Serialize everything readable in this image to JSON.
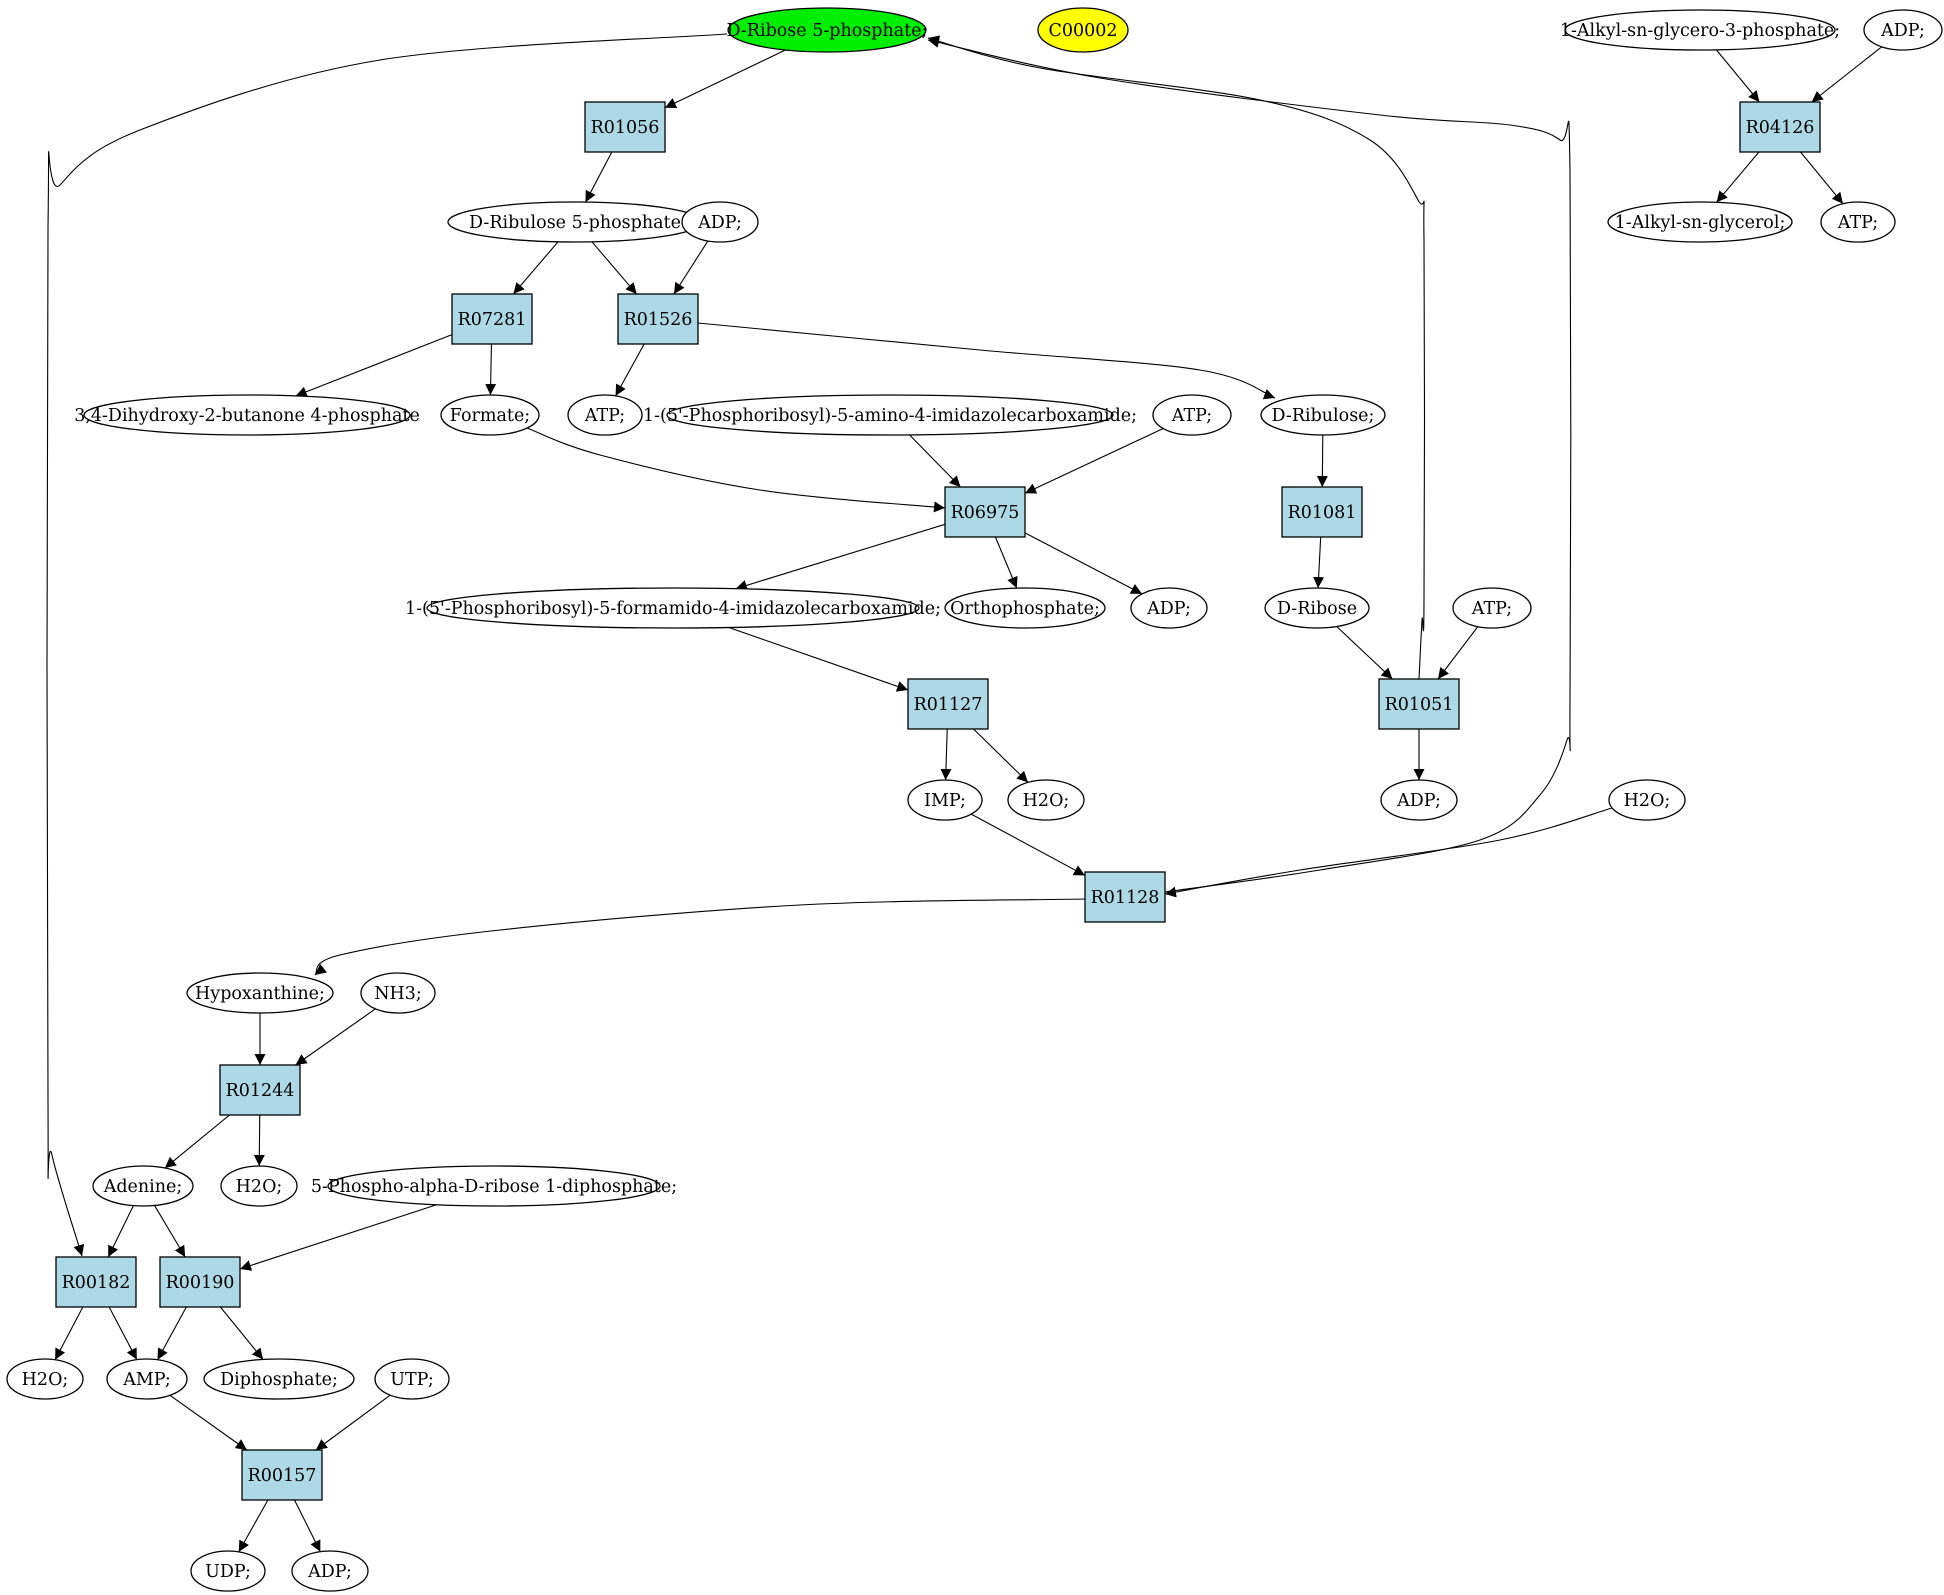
{
  "colors": {
    "background": "#ffffff",
    "compound_fill": "#ffffff",
    "reaction_fill": "#add8e6",
    "highlight_source": "#00ee00",
    "highlight_target": "#ffff00",
    "stroke": "#000000"
  },
  "nodes": [
    {
      "id": "rib5p",
      "label": "D-Ribose 5-phosphate;",
      "shape": "ellipse",
      "role": "highlight_source"
    },
    {
      "id": "c00002",
      "label": "C00002",
      "shape": "ellipse",
      "role": "highlight_target"
    },
    {
      "id": "alkylg3p",
      "label": "1-Alkyl-sn-glycero-3-phosphate;",
      "shape": "ellipse"
    },
    {
      "id": "adp_top",
      "label": "ADP;",
      "shape": "ellipse"
    },
    {
      "id": "r04126",
      "label": "R04126",
      "shape": "box"
    },
    {
      "id": "alkylg",
      "label": "1-Alkyl-sn-glycerol;",
      "shape": "ellipse"
    },
    {
      "id": "atp_top",
      "label": "ATP;",
      "shape": "ellipse"
    },
    {
      "id": "r01056",
      "label": "R01056",
      "shape": "box"
    },
    {
      "id": "ribu5p",
      "label": "D-Ribulose 5-phosphate",
      "shape": "ellipse"
    },
    {
      "id": "adp1",
      "label": "ADP;",
      "shape": "ellipse"
    },
    {
      "id": "r07281",
      "label": "R07281",
      "shape": "box"
    },
    {
      "id": "r01526",
      "label": "R01526",
      "shape": "box"
    },
    {
      "id": "dhbp",
      "label": "3,4-Dihydroxy-2-butanone 4-phosphate",
      "shape": "ellipse"
    },
    {
      "id": "formate",
      "label": "Formate;",
      "shape": "ellipse"
    },
    {
      "id": "atp1",
      "label": "ATP;",
      "shape": "ellipse"
    },
    {
      "id": "aicar",
      "label": "1-(5'-Phosphoribosyl)-5-amino-4-imidazolecarboxamide;",
      "shape": "ellipse"
    },
    {
      "id": "atp2",
      "label": "ATP;",
      "shape": "ellipse"
    },
    {
      "id": "ribulose",
      "label": "D-Ribulose;",
      "shape": "ellipse"
    },
    {
      "id": "r06975",
      "label": "R06975",
      "shape": "box"
    },
    {
      "id": "r01081",
      "label": "R01081",
      "shape": "box"
    },
    {
      "id": "faicar",
      "label": "1-(5'-Phosphoribosyl)-5-formamido-4-imidazolecarboxamide;",
      "shape": "ellipse"
    },
    {
      "id": "orthop",
      "label": "Orthophosphate;",
      "shape": "ellipse"
    },
    {
      "id": "adp2",
      "label": "ADP;",
      "shape": "ellipse"
    },
    {
      "id": "ribose",
      "label": "D-Ribose",
      "shape": "ellipse"
    },
    {
      "id": "atp3",
      "label": "ATP;",
      "shape": "ellipse"
    },
    {
      "id": "r01127",
      "label": "R01127",
      "shape": "box"
    },
    {
      "id": "r01051",
      "label": "R01051",
      "shape": "box"
    },
    {
      "id": "imp",
      "label": "IMP;",
      "shape": "ellipse"
    },
    {
      "id": "h2o1",
      "label": "H2O;",
      "shape": "ellipse"
    },
    {
      "id": "adp3",
      "label": "ADP;",
      "shape": "ellipse"
    },
    {
      "id": "h2o2",
      "label": "H2O;",
      "shape": "ellipse"
    },
    {
      "id": "r01128",
      "label": "R01128",
      "shape": "box"
    },
    {
      "id": "hypox",
      "label": "Hypoxanthine;",
      "shape": "ellipse"
    },
    {
      "id": "nh3",
      "label": "NH3;",
      "shape": "ellipse"
    },
    {
      "id": "r01244",
      "label": "R01244",
      "shape": "box"
    },
    {
      "id": "adenine",
      "label": "Adenine;",
      "shape": "ellipse"
    },
    {
      "id": "h2o3",
      "label": "H2O;",
      "shape": "ellipse"
    },
    {
      "id": "prpp",
      "label": "5-Phospho-alpha-D-ribose 1-diphosphate;",
      "shape": "ellipse"
    },
    {
      "id": "r00182",
      "label": "R00182",
      "shape": "box"
    },
    {
      "id": "r00190",
      "label": "R00190",
      "shape": "box"
    },
    {
      "id": "h2o4",
      "label": "H2O;",
      "shape": "ellipse"
    },
    {
      "id": "amp",
      "label": "AMP;",
      "shape": "ellipse"
    },
    {
      "id": "diphos",
      "label": "Diphosphate;",
      "shape": "ellipse"
    },
    {
      "id": "utp",
      "label": "UTP;",
      "shape": "ellipse"
    },
    {
      "id": "r00157",
      "label": "R00157",
      "shape": "box"
    },
    {
      "id": "udp",
      "label": "UDP;",
      "shape": "ellipse"
    },
    {
      "id": "adp4",
      "label": "ADP;",
      "shape": "ellipse"
    }
  ],
  "edges": [
    {
      "from": "rib5p",
      "to": "r01056"
    },
    {
      "from": "r01056",
      "to": "ribu5p"
    },
    {
      "from": "ribu5p",
      "to": "r07281"
    },
    {
      "from": "ribu5p",
      "to": "r01526"
    },
    {
      "from": "adp1",
      "to": "r01526"
    },
    {
      "from": "r07281",
      "to": "dhbp"
    },
    {
      "from": "r07281",
      "to": "formate"
    },
    {
      "from": "r01526",
      "to": "atp1"
    },
    {
      "from": "r01526",
      "to": "ribulose"
    },
    {
      "from": "formate",
      "to": "r06975"
    },
    {
      "from": "aicar",
      "to": "r06975"
    },
    {
      "from": "atp2",
      "to": "r06975"
    },
    {
      "from": "r06975",
      "to": "faicar"
    },
    {
      "from": "r06975",
      "to": "orthop"
    },
    {
      "from": "r06975",
      "to": "adp2"
    },
    {
      "from": "ribulose",
      "to": "r01081"
    },
    {
      "from": "r01081",
      "to": "ribose"
    },
    {
      "from": "ribose",
      "to": "r01051"
    },
    {
      "from": "atp3",
      "to": "r01051"
    },
    {
      "from": "r01051",
      "to": "adp3"
    },
    {
      "from": "r01051",
      "to": "rib5p"
    },
    {
      "from": "faicar",
      "to": "r01127"
    },
    {
      "from": "r01127",
      "to": "imp"
    },
    {
      "from": "r01127",
      "to": "h2o1"
    },
    {
      "from": "imp",
      "to": "r01128"
    },
    {
      "from": "h2o2",
      "to": "r01128"
    },
    {
      "from": "r01128",
      "to": "rib5p"
    },
    {
      "from": "r01128",
      "to": "hypox"
    },
    {
      "from": "hypox",
      "to": "r01244"
    },
    {
      "from": "nh3",
      "to": "r01244"
    },
    {
      "from": "r01244",
      "to": "adenine"
    },
    {
      "from": "r01244",
      "to": "h2o3"
    },
    {
      "from": "adenine",
      "to": "r00182"
    },
    {
      "from": "adenine",
      "to": "r00190"
    },
    {
      "from": "prpp",
      "to": "r00190"
    },
    {
      "from": "rib5p",
      "to": "r00182"
    },
    {
      "from": "r00182",
      "to": "h2o4"
    },
    {
      "from": "r00182",
      "to": "amp"
    },
    {
      "from": "r00190",
      "to": "amp"
    },
    {
      "from": "r00190",
      "to": "diphos"
    },
    {
      "from": "amp",
      "to": "r00157"
    },
    {
      "from": "utp",
      "to": "r00157"
    },
    {
      "from": "r00157",
      "to": "udp"
    },
    {
      "from": "r00157",
      "to": "adp4"
    },
    {
      "from": "alkylg3p",
      "to": "r04126"
    },
    {
      "from": "adp_top",
      "to": "r04126"
    },
    {
      "from": "r04126",
      "to": "alkylg"
    },
    {
      "from": "r04126",
      "to": "atp_top"
    }
  ]
}
